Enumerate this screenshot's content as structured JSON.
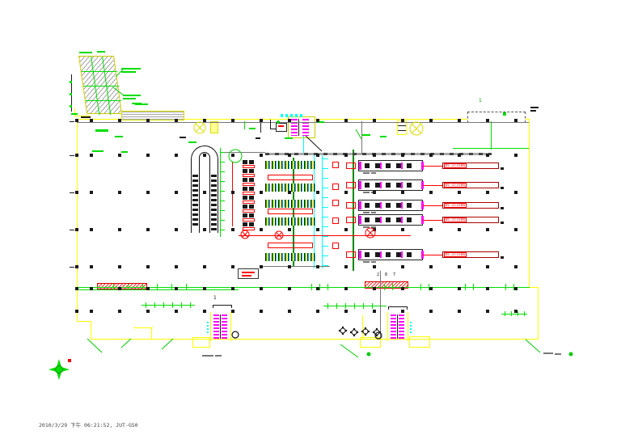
{
  "meta": {
    "plot_stamp": "2010/3/29 下午 06:21:52, JUT-G50"
  },
  "plan": {
    "dock_rows": [
      {
        "label": "DC-2(3)06"
      },
      {
        "label": "DC-2(3)06"
      },
      {
        "label": "DC-2(3)06"
      },
      {
        "label": "DC-2(3)06"
      },
      {
        "label": "DC-2(3)06"
      }
    ],
    "grid_note": "2 8 7",
    "section_tags": [
      "1",
      "1"
    ],
    "colors": {
      "walls": "#ffff00",
      "annotations": "#00dd00",
      "equipment": "#ff0000",
      "services": "#00ffff",
      "stair_hatch": "#ff00ff",
      "area_hatch": "#999999"
    }
  }
}
